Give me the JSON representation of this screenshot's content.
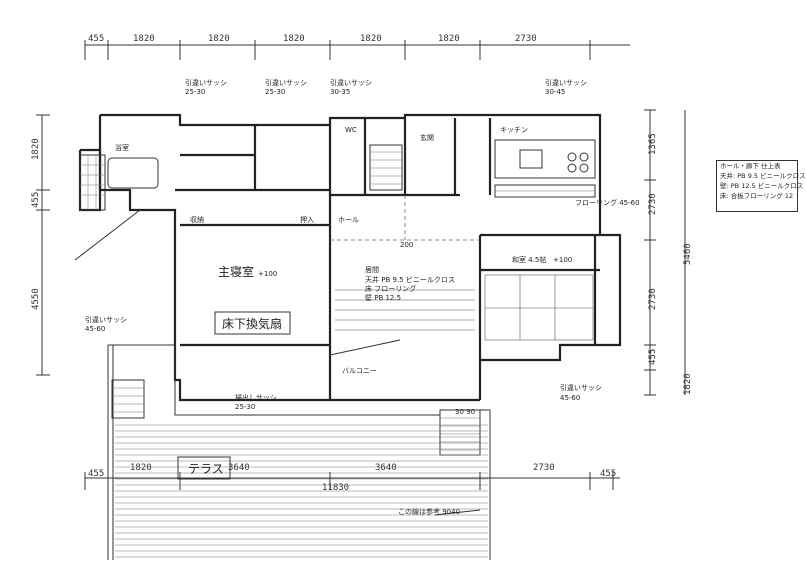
{
  "dimensions_top": [
    "455",
    "1820",
    "1820",
    "1820",
    "1820",
    "1820",
    "2730"
  ],
  "dimensions_bottom": [
    "455",
    "1820",
    "3640",
    "3640",
    "2730",
    "455"
  ],
  "dimension_total_bottom": "11830",
  "dimensions_left": [
    "1820",
    "455",
    "4550"
  ],
  "dimensions_right": [
    "1365",
    "2730",
    "5460",
    "2730",
    "455",
    "1820"
  ],
  "rooms": {
    "main_room_sign": "主寝室",
    "main_room_note": "+100",
    "living": "居間",
    "japanese_room": "和室 4.5帖",
    "japanese_note": "+100",
    "terrace": "テラス",
    "corridor": "ホール",
    "wc": "WC",
    "bath": "浴室",
    "entrance": "玄関",
    "kitchen": "キッチン",
    "storage": "収納",
    "closet": "押入",
    "balcony": "バルコニー",
    "handwritten_stamp": "床下換気扇"
  },
  "notes": {
    "window_1": "引違いサッシ",
    "window_1_size": "25-30",
    "window_2": "引違いサッシ",
    "window_2_size": "25-30",
    "window_3": "引違いサッシ",
    "window_3_size": "30-35",
    "window_4": "引違いサッシ",
    "window_4_size": "30-45",
    "window_5": "引違いサッシ",
    "window_5_size": "45-60",
    "window_6": "引違いサッシ",
    "window_6_size": "45-60",
    "window_7": "掃出しサッシ",
    "window_7_size": "25-30",
    "tv_note": "天井 PB 9.5 ビニールクロス",
    "floor_note": "床 フローリング",
    "wall_note": "壁 PB 12.5",
    "bottom_note": "この線は参考 9040",
    "bottom_arrow_note": "9040",
    "corner_note_1": "30 90",
    "terrace_left_note": "1820",
    "terrace_mid_note": "3640",
    "terrace_right_note": "3640",
    "terrace_far_right": "2730",
    "level_note": "200",
    "balcony_note": "フローリング 45-60"
  },
  "legend": {
    "title": "ホール・廊下 仕上表",
    "line1": "天井: PB 9.5 ビニールクロス",
    "line2": "壁: PB 12.5 ビニールクロス",
    "line3": "床: 合板フローリング 12"
  },
  "colors": {
    "ink": "#222222",
    "paper": "#ffffff"
  }
}
